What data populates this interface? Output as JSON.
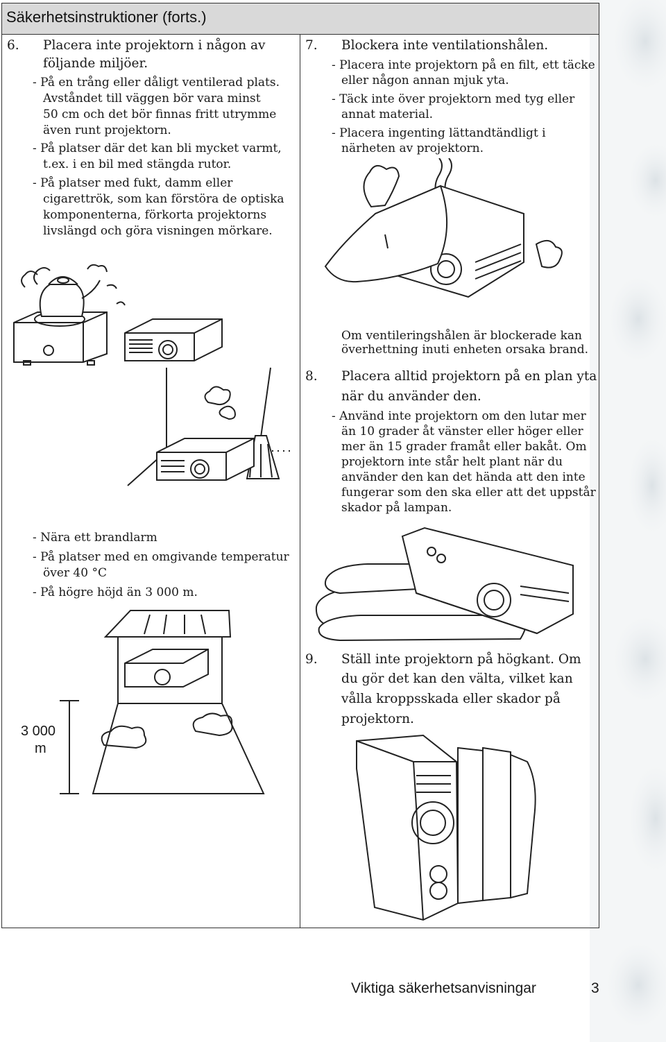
{
  "header": {
    "title": "Säkerhetsinstruktioner (forts.)"
  },
  "left": {
    "item6": {
      "num": "6.",
      "line1": "Placera inte projektorn i någon av",
      "line2": "följande miljöer.",
      "b1_l1": "- På en trång eller dåligt ventilerad plats.",
      "b1_l2": "Avståndet till väggen bör vara minst",
      "b1_l3": "50 cm och det bör finnas fritt utrymme",
      "b1_l4": "även runt projektorn.",
      "b2_l1": "- På platser där det kan bli mycket varmt,",
      "b2_l2": "t.ex. i en bil med stängda rutor.",
      "b3_l1": "- På platser med fukt, damm eller",
      "b3_l2": "cigarettrök, som kan förstöra de optiska",
      "b3_l3": "komponenterna, förkorta projektorns",
      "b3_l4": "livslängd och göra visningen mörkare."
    },
    "more": {
      "b4": "- Nära ett brandlarm",
      "b5_l1": "- På platser med en omgivande temperatur",
      "b5_l2": "över 40 °C",
      "b6": "- På högre höjd än 3 000 m."
    },
    "altitude": {
      "line1": "3 000",
      "line2": "m"
    }
  },
  "right": {
    "item7": {
      "num": "7.",
      "title": "Blockera inte ventilationshålen.",
      "b1_l1": "- Placera inte projektorn på en filt, ett täcke",
      "b1_l2": "eller någon annan mjuk yta.",
      "b2_l1": "- Täck inte över projektorn med tyg eller",
      "b2_l2": "annat material.",
      "b3_l1": "- Placera ingenting lättandtändligt i",
      "b3_l2": "närheten av projektorn.",
      "note_l1": "Om ventileringshålen är blockerade kan",
      "note_l2": "överhettning inuti enheten orsaka brand."
    },
    "item8": {
      "num": "8.",
      "line1": "Placera alltid projektorn på en plan yta",
      "line2": "när du använder den.",
      "b1_l1": "- Använd inte projektorn om den lutar mer",
      "b1_l2": "än 10 grader åt vänster eller höger eller",
      "b1_l3": "mer än 15 grader framåt eller bakåt. Om",
      "b1_l4": "projektorn inte står helt plant när du",
      "b1_l5": "använder den kan det hända att den inte",
      "b1_l6": "fungerar som den ska eller att det uppstår",
      "b1_l7": "skador på lampan."
    },
    "item9": {
      "num": "9.",
      "line1": "Ställ inte projektorn på högkant. Om",
      "line2": "du gör det kan den välta, vilket kan",
      "line3": "vålla kroppsskada eller skador på",
      "line4": "projektorn."
    }
  },
  "footer": {
    "title": "Viktiga säkerhetsanvisningar",
    "page": "3"
  }
}
